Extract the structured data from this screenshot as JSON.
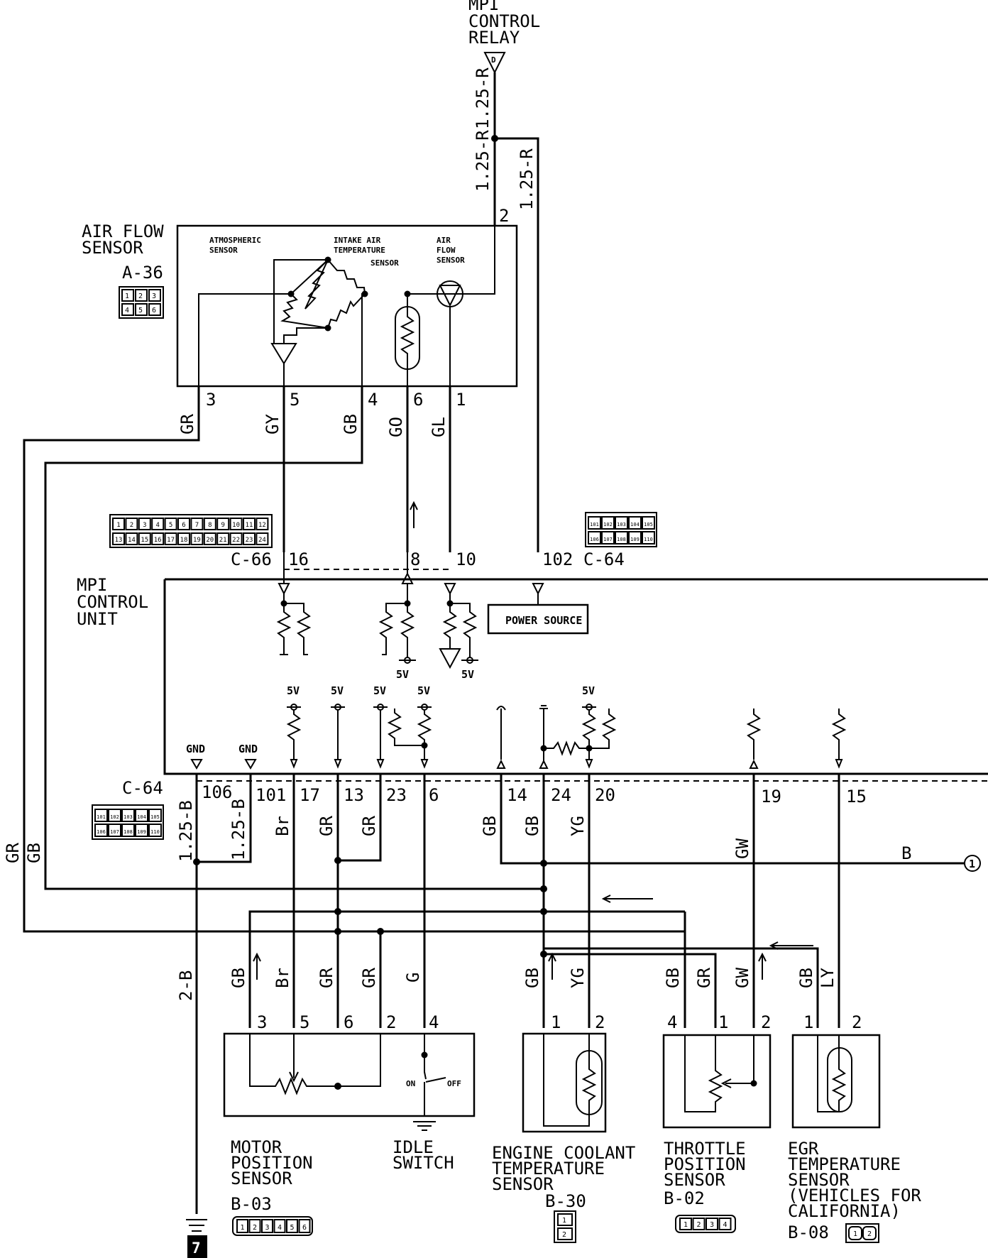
{
  "top": {
    "relay_label_1": "MPI",
    "relay_label_2": "CONTROL",
    "relay_label_3": "RELAY",
    "relay_terminal": "D",
    "relay_wire_1": "1.25-R",
    "relay_wire_2": "1.25-R",
    "relay_wire_3": "1.25-R"
  },
  "airflow": {
    "label_1": "AIR FLOW",
    "label_2": "SENSOR",
    "connector": "A-36",
    "pins": [
      "1",
      "2",
      "3",
      "4",
      "5",
      "6"
    ],
    "sub_atmo_1": "ATMOSPHERIC",
    "sub_atmo_2": "SENSOR",
    "sub_intake_1": "INTAKE AIR",
    "sub_intake_2": "TEMPERATURE",
    "sub_intake_3": "SENSOR",
    "sub_flow_1": "AIR",
    "sub_flow_2": "FLOW",
    "sub_flow_3": "SENSOR",
    "pin_top": "2",
    "pin_3": "3",
    "pin_5": "5",
    "pin_4": "4",
    "pin_6": "6",
    "pin_1": "1",
    "wire_3": "GR",
    "wire_5": "GY",
    "wire_4": "GB",
    "wire_6": "GO",
    "wire_1": "GL"
  },
  "ecu": {
    "label_1": "MPI",
    "label_2": "CONTROL",
    "label_3": "UNIT",
    "power_source": "POWER SOURCE",
    "conn_c66": "C-66",
    "conn_c64_top": "C-64",
    "conn_c64_bottom": "C-64",
    "c66_pins_row1": [
      "1",
      "2",
      "3",
      "4",
      "5",
      "6",
      "7",
      "8",
      "9",
      "10",
      "11",
      "12"
    ],
    "c66_pins_row2": [
      "13",
      "14",
      "15",
      "16",
      "17",
      "18",
      "19",
      "20",
      "21",
      "22",
      "23",
      "24"
    ],
    "c64_pins_row1": [
      "101",
      "102",
      "103",
      "104",
      "105"
    ],
    "c64_pins_row2": [
      "106",
      "107",
      "108",
      "109",
      "110"
    ],
    "term_16": "16",
    "term_8": "8",
    "term_10": "10",
    "term_102": "102",
    "five_v": "5V",
    "gnd": "GND",
    "term_106": "106",
    "term_101": "101",
    "term_17": "17",
    "term_13": "13",
    "term_23": "23",
    "term_6": "6",
    "term_14": "14",
    "term_24": "24",
    "term_20": "20",
    "term_19": "19",
    "term_15": "15"
  },
  "wires": {
    "left_gr": "GR",
    "left_gb": "GB",
    "w106": "1.25-B",
    "w101": "1.25-B",
    "w17": "Br",
    "w13": "GR",
    "w23": "GR",
    "w14": "GB",
    "w24": "GB",
    "w20": "YG",
    "w19": "GW",
    "b_line": "B",
    "ground_ref_1": "1",
    "ground_wire": "2-B",
    "ground_ref_7": "7"
  },
  "motor": {
    "label_1": "MOTOR",
    "label_2": "POSITION",
    "label_3": "SENSOR",
    "connector": "B-03",
    "pins": [
      "1",
      "2",
      "3",
      "4",
      "5",
      "6"
    ],
    "w3": "GB",
    "w5": "Br",
    "w6": "GR",
    "w2": "GR",
    "w4": "G",
    "p3": "3",
    "p5": "5",
    "p6": "6",
    "p2": "2",
    "p4": "4"
  },
  "idle": {
    "label_1": "IDLE",
    "label_2": "SWITCH",
    "on": "ON",
    "off": "OFF"
  },
  "coolant": {
    "label_1": "ENGINE COOLANT",
    "label_2": "TEMPERATURE",
    "label_3": "SENSOR",
    "connector": "B-30",
    "pins": [
      "1",
      "2"
    ],
    "w1": "GB",
    "w2": "YG",
    "p1": "1",
    "p2": "2"
  },
  "throttle": {
    "label_1": "THROTTLE",
    "label_2": "POSITION",
    "label_3": "SENSOR",
    "connector": "B-02",
    "pins": [
      "1",
      "2",
      "3",
      "4"
    ],
    "w4": "GB",
    "w1": "GR",
    "w2": "GW",
    "p4": "4",
    "p1": "1",
    "p2": "2"
  },
  "egr": {
    "label_1": "EGR",
    "label_2": "TEMPERATURE",
    "label_3": "SENSOR",
    "label_4": "(VEHICLES FOR",
    "label_5": "CALIFORNIA)",
    "connector": "B-08",
    "pins": [
      "1",
      "2"
    ],
    "w1": "GB",
    "w2": "LY",
    "p1": "1",
    "p2": "2"
  }
}
